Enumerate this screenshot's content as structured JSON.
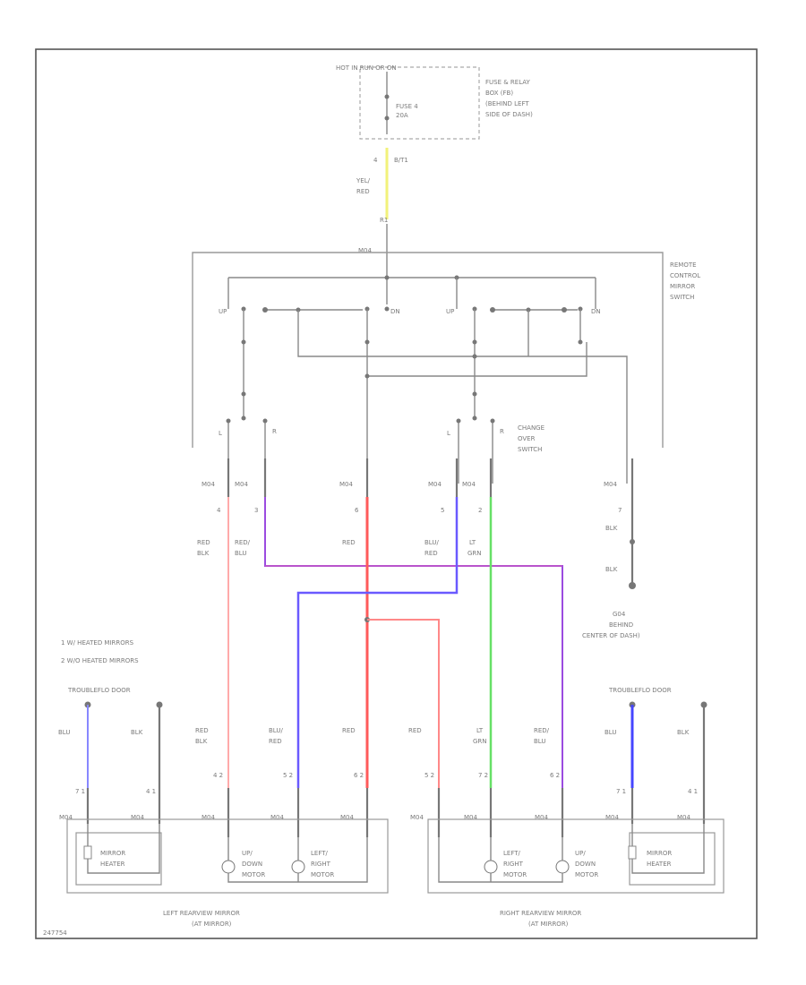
{
  "fuse_box": {
    "header": "HOT IN RUN OR ON",
    "fuse_label_1": "FUSE 4",
    "fuse_label_2": "20A",
    "location_1": "FUSE & RELAY",
    "location_2": "BOX (FB)",
    "location_3": "(BEHIND LEFT",
    "location_4": "SIDE OF DASH)",
    "circuit": "B/T1",
    "pin": "4"
  },
  "feed_wire": {
    "color_1": "YEL/",
    "color_2": "RED",
    "splice": "R1"
  },
  "switch": {
    "connector": "M04",
    "name_1": "REMOTE",
    "name_2": "CONTROL",
    "name_3": "MIRROR",
    "name_4": "SWITCH",
    "left_positions": [
      "UP",
      "DN"
    ],
    "right_positions": [
      "UP",
      "DN"
    ],
    "changeover_1": "CHANGE",
    "changeover_2": "OVER",
    "changeover_3": "SWITCH",
    "left_l": "L",
    "left_r": "R",
    "right_l": "L",
    "right_r": "R"
  },
  "switch_pins": [
    {
      "conn": "M04",
      "pin": "4",
      "color_1": "RED",
      "color_2": "BLK"
    },
    {
      "conn": "M04",
      "pin": "3",
      "color_1": "RED/",
      "color_2": "BLU"
    },
    {
      "conn": "M04",
      "pin": "6",
      "color_1": "RED",
      "color_2": ""
    },
    {
      "conn": "M04",
      "pin": "5",
      "color_1": "BLU/",
      "color_2": "RED"
    },
    {
      "conn": "M04",
      "pin": "2",
      "color_1": "LT",
      "color_2": "GRN"
    },
    {
      "conn": "M04",
      "pin": "7",
      "color_1": "BLK",
      "color_2": "BLK"
    }
  ],
  "ground": {
    "name": "G04",
    "location_1": "BEHIND",
    "location_2": "CENTER OF DASH)"
  },
  "legend": {
    "note_1": "1   W/ HEATED MIRRORS",
    "note_2": "2   W/O HEATED MIRRORS"
  },
  "left_mirror": {
    "trigger": "TROUBLEFLO DOOR",
    "wires": [
      {
        "color_1": "BLU",
        "color_2": "",
        "pins": "7 1",
        "conn": "M04"
      },
      {
        "color_1": "BLK",
        "color_2": "",
        "pins": "4 1",
        "conn": "M04"
      },
      {
        "color_1": "RED",
        "color_2": "BLK",
        "pins": "4 2",
        "conn": "M04"
      },
      {
        "color_1": "BLU/",
        "color_2": "RED",
        "pins": "5 2",
        "conn": "M04"
      },
      {
        "color_1": "RED",
        "color_2": "",
        "pins": "6 2",
        "conn": "M04"
      }
    ],
    "heater_1": "MIRROR",
    "heater_2": "HEATER",
    "motor_a_1": "UP/",
    "motor_a_2": "DOWN",
    "motor_a_3": "MOTOR",
    "motor_b_1": "LEFT/",
    "motor_b_2": "RIGHT",
    "motor_b_3": "MOTOR",
    "title_1": "LEFT REARVIEW MIRROR",
    "title_2": "(AT MIRROR)"
  },
  "right_mirror": {
    "trigger": "TROUBLEFLO DOOR",
    "wires": [
      {
        "color_1": "RED",
        "color_2": "",
        "pins": "5 2",
        "conn": "M04"
      },
      {
        "color_1": "LT",
        "color_2": "GRN",
        "pins": "7 2",
        "conn": "M04"
      },
      {
        "color_1": "RED/",
        "color_2": "BLU",
        "pins": "6 2",
        "conn": "M04"
      },
      {
        "color_1": "BLU",
        "color_2": "",
        "pins": "7 1",
        "conn": "M04"
      },
      {
        "color_1": "BLK",
        "color_2": "",
        "pins": "4 1",
        "conn": "M04"
      }
    ],
    "heater_1": "MIRROR",
    "heater_2": "HEATER",
    "motor_a_1": "LEFT/",
    "motor_a_2": "RIGHT",
    "motor_a_3": "MOTOR",
    "motor_b_1": "UP/",
    "motor_b_2": "DOWN",
    "motor_b_3": "MOTOR",
    "title_1": "RIGHT REARVIEW MIRROR",
    "title_2": "(AT MIRROR)"
  },
  "figure_id": "247754",
  "colors": {
    "yellow": "#f2f27a",
    "red": "#ff5a5a",
    "pink": "#ffaaaa",
    "purple": "#9b4be0",
    "blue": "#4646ff",
    "green": "#66e066",
    "gray": "#888888"
  }
}
